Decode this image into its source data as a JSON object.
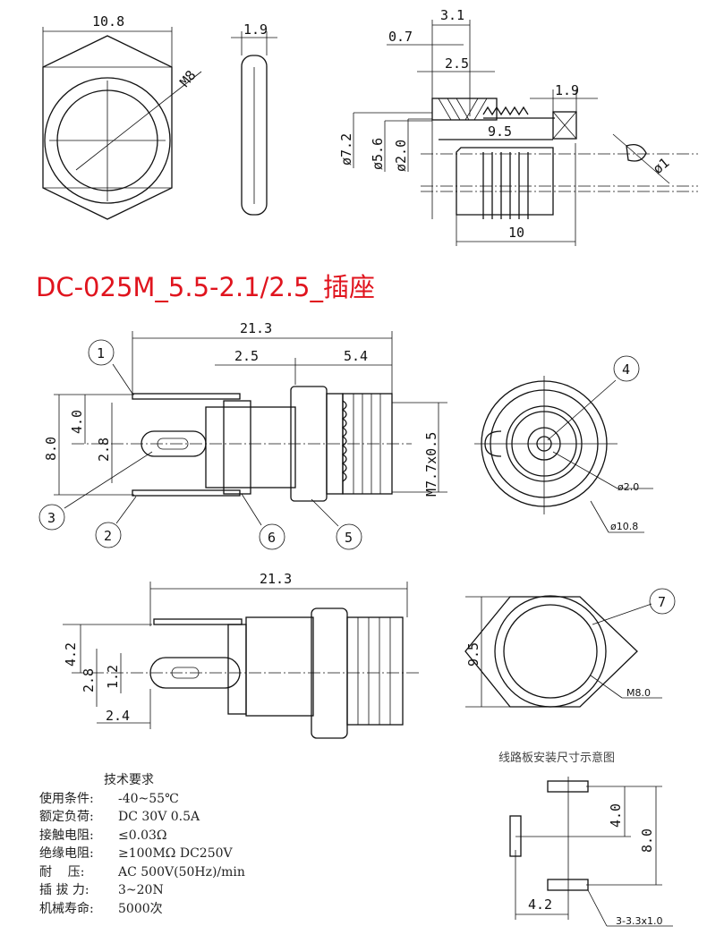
{
  "title": "DC-025M_5.5-2.1/2.5_插座",
  "top_view": {
    "nut_width": "10.8",
    "nut_thread": "M8",
    "nut_thickness": "1.9",
    "d_3_1": "3.1",
    "d_0_7": "0.7",
    "d_2_5": "2.5",
    "d_1_9": "1.9",
    "d_9_5": "9.5",
    "dia_7_2": "ø7.2",
    "dia_5_6": "ø5.6",
    "dia_2_0": "ø2.0",
    "d_10": "10",
    "dia_1": "ø1"
  },
  "side_view": {
    "length": "21.3",
    "d_2_5": "2.5",
    "d_5_4": "5.4",
    "d_4_0": "4.0",
    "d_8_0": "8.0",
    "d_2_8": "2.8",
    "thread": "M7.7x0.5",
    "callouts": [
      "1",
      "2",
      "3",
      "4",
      "5",
      "6",
      "7"
    ],
    "front_pin_dia": "ø2.0",
    "front_outer_dia": "ø10.8"
  },
  "bottom_view": {
    "length": "21.3",
    "d_4_2": "4.2",
    "d_2_8": "2.8",
    "d_1_2": "1.2",
    "d_2_4": "2.4",
    "nut_height": "9.5",
    "nut_thread": "M8.0"
  },
  "specs": {
    "heading": "技术要求",
    "rows": [
      {
        "label": "使用条件:",
        "value": "-40~55℃"
      },
      {
        "label": "额定负荷:",
        "value": "DC 30V 0.5A"
      },
      {
        "label": "接触电阻:",
        "value": "≤0.03Ω"
      },
      {
        "label": "绝缘电阻:",
        "value": "≥100MΩ DC250V"
      },
      {
        "label": "耐    压:",
        "value": "AC 500V(50Hz)/min"
      },
      {
        "label": "插 拔 力:",
        "value": "3~20N"
      },
      {
        "label": "机械寿命:",
        "value": "5000次"
      }
    ]
  },
  "pcb": {
    "title": "线路板安装尺寸示意图",
    "d_4_0": "4.0",
    "d_8_0": "8.0",
    "d_4_2": "4.2",
    "slot": "3-3.3x1.0"
  }
}
